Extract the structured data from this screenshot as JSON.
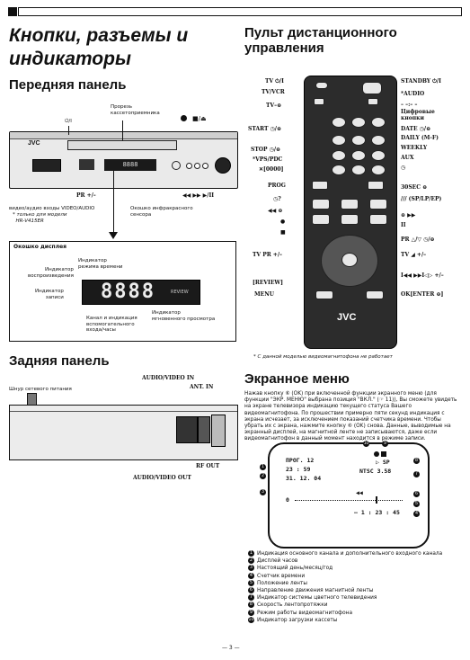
{
  "page_number": "— 3 —",
  "left": {
    "title_line1": "Кнопки, разъемы и",
    "title_line2": "индикаторы",
    "front_panel": {
      "heading": "Передняя панель",
      "cassette_slot": "Прорезь\nкассетоприемника",
      "power_symbol": "⏻/I",
      "eject_symbol": "■/⏏",
      "record_symbol": "●",
      "brand": "JVC",
      "pr_label": "PR +/–",
      "av_inputs_label": "видео/аудио входы VIDEO/AUDIO",
      "av_inputs_note": "* только для модели\n  HR-V415ER",
      "rew_ff": "◀◀  ▶▶  ▶/II",
      "ir_window": "Окошко инфракрасного\nсенсора"
    },
    "display": {
      "title": "Окошко дисплея",
      "timer_mode": "Индикатор\nрежима времени",
      "playback": "Индикатор\nвоспроизведения",
      "record": "Индикатор\nзаписи",
      "digits": "8888",
      "review_badge": "REVIEW",
      "channel_ind": "Канал и индикация\nвспомогательного\nвхода/часы",
      "instant_review": "Индикатор\nмгновенного просмотра"
    },
    "rear_panel": {
      "heading": "Задняя панель",
      "power_cord": "Шнур сетевого питания",
      "av_in": "AUDIO/VIDEO IN",
      "ant_in": "ANT. IN",
      "rf_out": "RF OUT",
      "av_out": "AUDIO/VIDEO OUT"
    }
  },
  "right": {
    "title_line1": "Пульт дистанционного",
    "title_line2": "управления",
    "labels_left": [
      "TV ⏻/I",
      "TV/VCR",
      "TV–⊖",
      "START ◷/⊖",
      "STOP ◷/⊖",
      "*VPS/PDC",
      "✕[0000]",
      "PROG",
      "◷?",
      "◀◀ ⊖",
      "●",
      "■",
      "TV PR +/–",
      "[REVIEW]",
      "MENU"
    ],
    "labels_right": [
      "STANDBY ⏻/I",
      "*AUDIO",
      "– –:– –",
      "Цифровые\nкнопки",
      "DATE ◷/⊖",
      "DAILY (M-F)",
      "WEEKLY",
      "AUX",
      "◷",
      "30SEC ⊖",
      "/// (SP/LP/EP)",
      "⊖ ▶▶",
      "II",
      "PR △/▽ ◷/⊖",
      "TV ◢ +/–",
      "I◀◀ ▶▶I◁▷ +/–",
      "OK[ENTER ⊖]"
    ],
    "remote_brand": "JVC",
    "footnote": "* С данной моделью видеомагнитофона не работает"
  },
  "osd": {
    "heading": "Экранное меню",
    "body": "Нажав кнопку ⑥ (OK) при включенной функции экранного меню (для функции \"ЭКР. МЕНЮ\" выбрана позиция \"ВКЛ.\" (☞ 11)), Вы сможете увидеть на экране телевизора индикацию текущего статуса Вашего видеомагнитофона. По прошествии примерно пяти секунд индикация с экрана исчезает, за исключением показаний счетчика времени. Чтобы убрать их с экрана, нажмите кнопку ⑥ (OK) снова. Данные, выводимые на экранный дисплей, на магнитной ленте не записываются, даже если видеомагнитофон в данный момент находится в режиме записи.",
    "screen": {
      "prog": "ПРОГ. 12",
      "clock": "23 : 59",
      "date": "31. 12. 04",
      "mode": "▷ SP",
      "system": "NTSC 3.58",
      "rew": "◀◀",
      "scale_start": "0",
      "counter": "– 1 : 23 : 45"
    },
    "legend": [
      {
        "n": "1",
        "text": "Индикация основного канала и дополнительного входного канала"
      },
      {
        "n": "2",
        "text": "Дисплей часов"
      },
      {
        "n": "3",
        "text": "Настоящий день/месяц/год"
      },
      {
        "n": "4",
        "text": "Счетчик времени"
      },
      {
        "n": "5",
        "text": "Положение ленты"
      },
      {
        "n": "6",
        "text": "Направление движения магнитной ленты"
      },
      {
        "n": "7",
        "text": "Индикатор системы цветного телевидения"
      },
      {
        "n": "8",
        "text": "Скорость лентопротяжки"
      },
      {
        "n": "9",
        "text": "Режим работы видеомагнитофона"
      },
      {
        "n": "10",
        "text": "Индикатор загрузки кассеты"
      }
    ]
  }
}
